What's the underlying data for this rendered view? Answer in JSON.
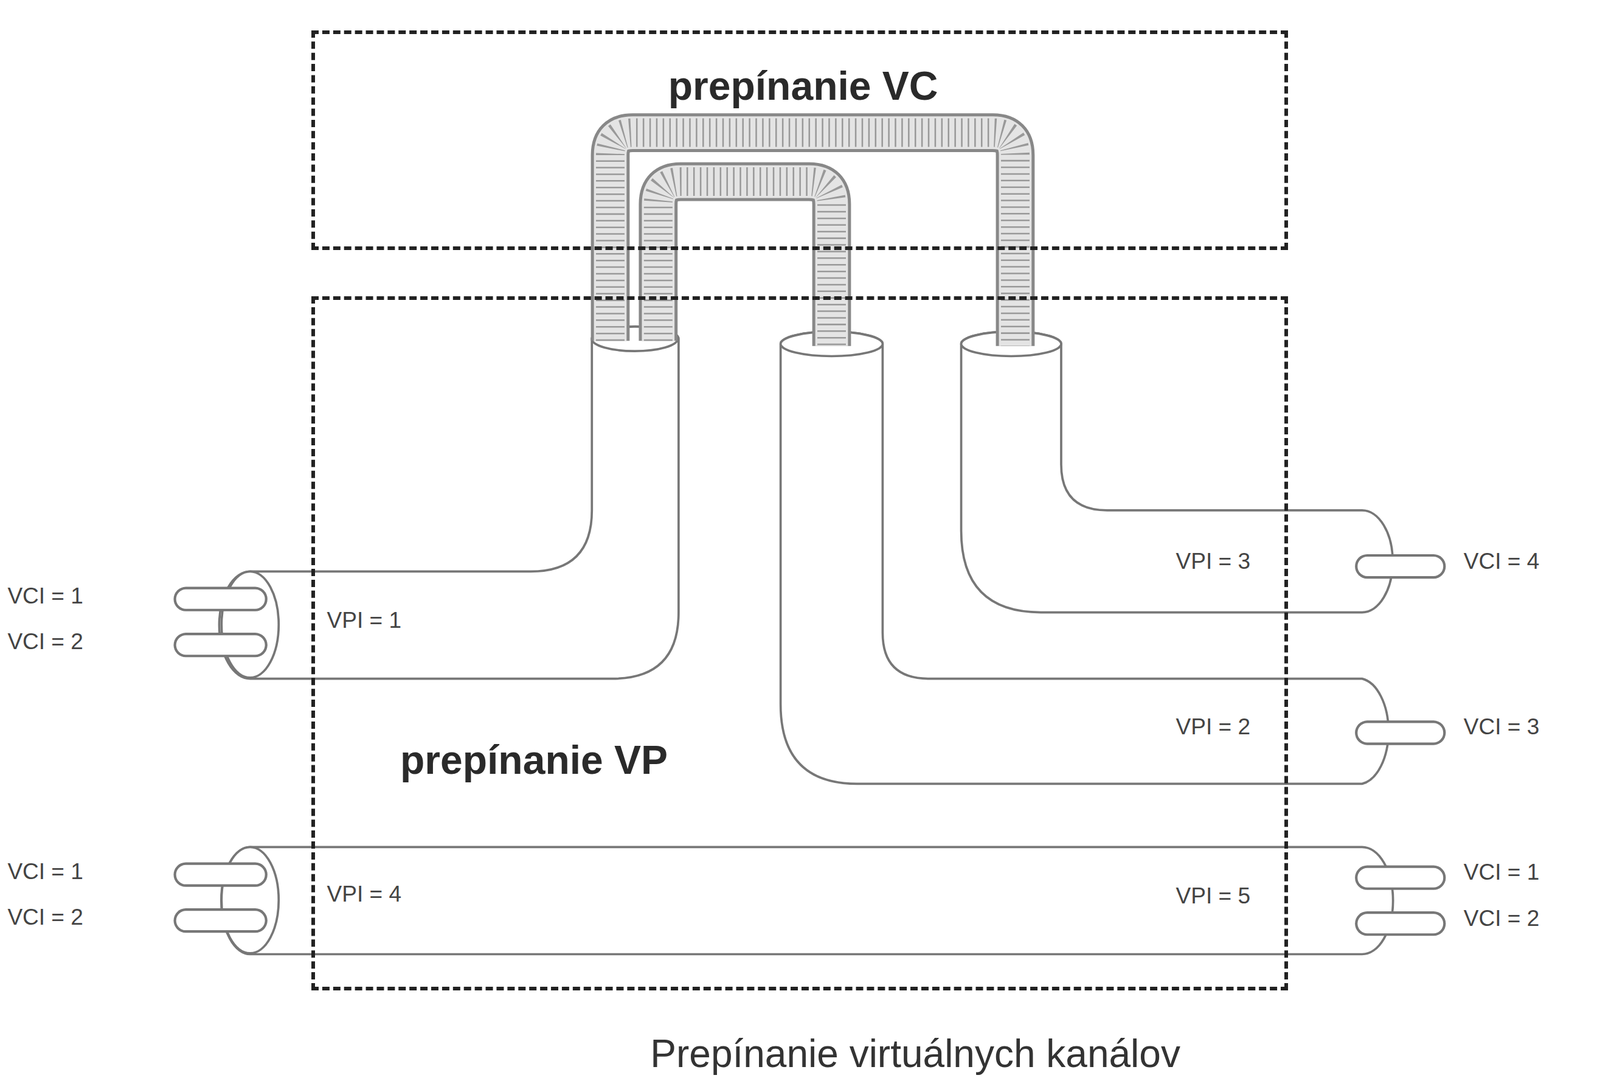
{
  "diagram": {
    "caption": "Prepínanie virtuálnych kanálov",
    "nodes": [
      {
        "text": [
          "prepínanie VC"
        ]
      },
      {
        "text": [
          "prepínanie VP"
        ]
      }
    ],
    "labels": [
      "VCI = 1",
      "VCI = 2",
      "VPI = 1",
      "VPI = 3",
      "VCI = 4",
      "VPI = 2",
      "VCI = 3",
      "VCI = 1",
      "VCI = 2",
      "VPI = 4",
      "VPI = 5",
      "VCI = 1",
      "VCI = 2"
    ]
  }
}
